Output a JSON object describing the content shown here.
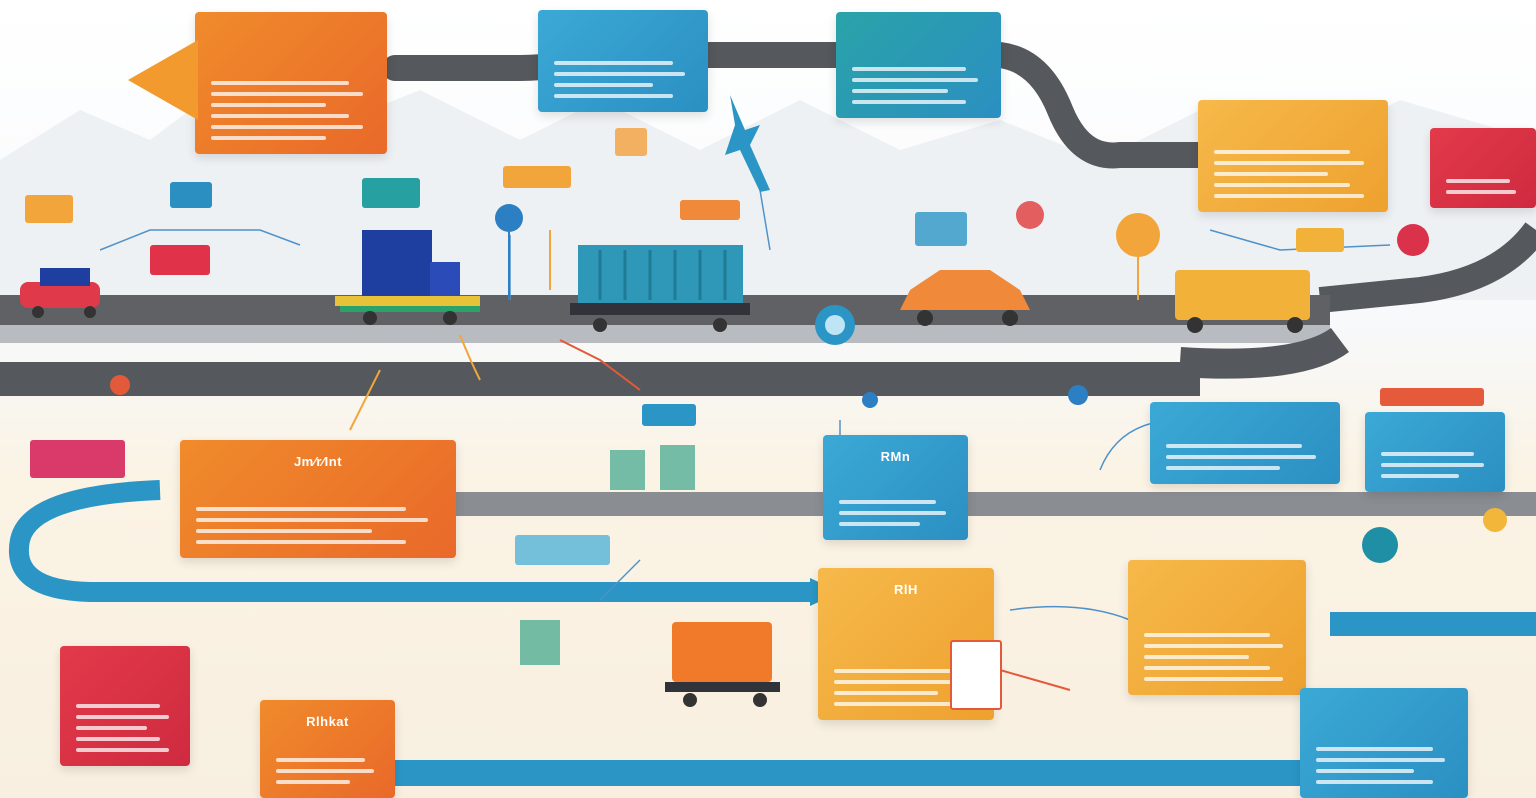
{
  "colors": {
    "orange": "#ef7d2a",
    "amber": "#f2ad3c",
    "blue": "#2f9fd0",
    "teal": "#27a0a2",
    "red": "#d9324a",
    "road": "#5f6165",
    "truck_navy": "#1f3fa0",
    "container": "#2f97b8"
  },
  "boxes": {
    "route_panel": {
      "title": "Jm⁄r⁄Int"
    },
    "center_panel": {
      "title": "RMn"
    },
    "mid_orange": {
      "title": "RlH"
    },
    "lower_orange": {
      "title": "Rlhkat"
    }
  },
  "icons": [
    "truck-icon",
    "cargo-container-icon",
    "airplane-icon",
    "location-pin-icon",
    "warehouse-icon",
    "route-arrow-icon"
  ]
}
